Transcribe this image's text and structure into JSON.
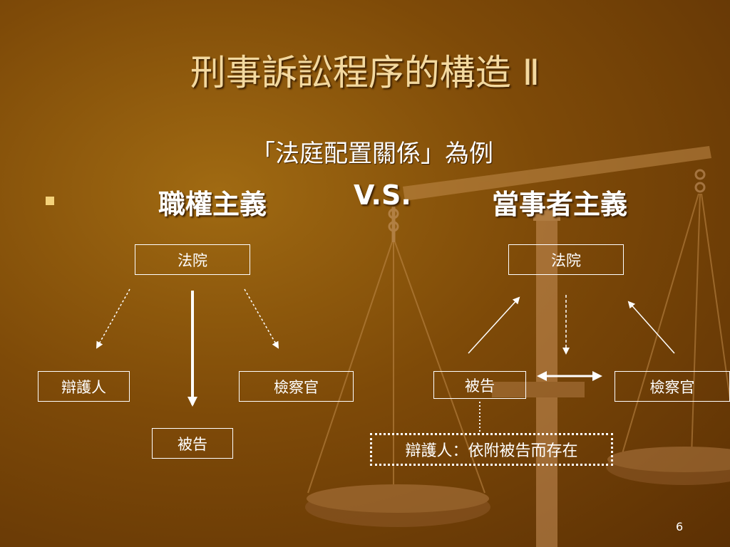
{
  "slide": {
    "title": "刑事訴訟程序的構造 Ⅱ",
    "subtitle": "「法庭配置關係」為例",
    "left_heading": "職權主義",
    "vs_label": "V.S.",
    "right_heading": "當事者主義",
    "page_number": "6"
  },
  "left_diagram": {
    "court": "法院",
    "defense": "辯護人",
    "prosecutor": "檢察官",
    "defendant": "被告"
  },
  "right_diagram": {
    "court": "法院",
    "defendant": "被告",
    "prosecutor": "檢察官",
    "defense_note": "辯護人：依附被告而存在"
  },
  "colors": {
    "background": "#7e4a08",
    "title": "#f3d9a0",
    "bullet": "#f4d27a",
    "lines": "#ffffff"
  }
}
